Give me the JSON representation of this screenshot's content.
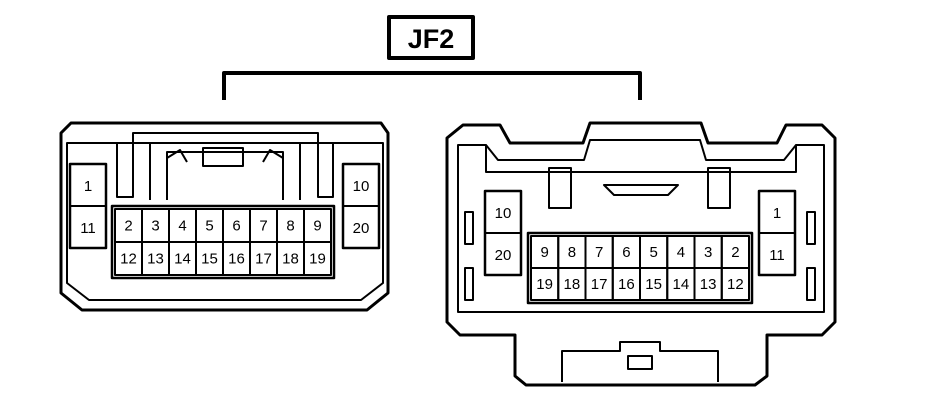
{
  "title": "JF2",
  "colors": {
    "stroke": "#000000",
    "background": "#ffffff"
  },
  "left_connector": {
    "side_top_left": "1",
    "side_bottom_left": "11",
    "side_top_right": "10",
    "side_bottom_right": "20",
    "center_top": [
      "2",
      "3",
      "4",
      "5",
      "6",
      "7",
      "8",
      "9"
    ],
    "center_bottom": [
      "12",
      "13",
      "14",
      "15",
      "16",
      "17",
      "18",
      "19"
    ]
  },
  "right_connector": {
    "side_top_left": "10",
    "side_bottom_left": "20",
    "side_top_right": "1",
    "side_bottom_right": "11",
    "center_top": [
      "9",
      "8",
      "7",
      "6",
      "5",
      "4",
      "3",
      "2"
    ],
    "center_bottom": [
      "19",
      "18",
      "17",
      "16",
      "15",
      "14",
      "13",
      "12"
    ]
  }
}
